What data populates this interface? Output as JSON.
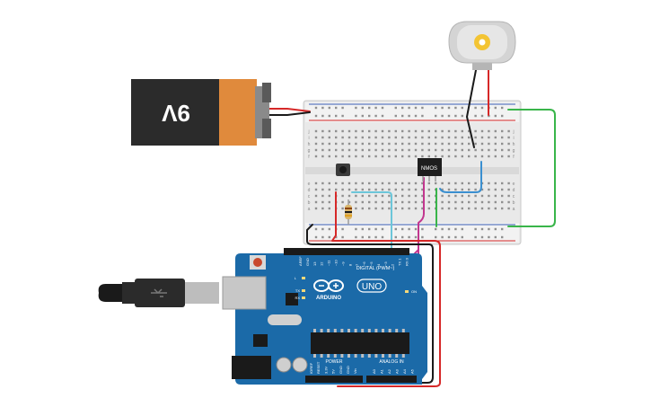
{
  "battery": {
    "label": "9V"
  },
  "transistor": {
    "label": "NMOS"
  },
  "arduino": {
    "brand": "ARDUINO",
    "model": "UNO",
    "digital_header": "DIGITAL (PWM~)",
    "power_header": "POWER",
    "analog_header": "ANALOG IN",
    "led_on_label": "ON",
    "led_l_label": "L",
    "led_tx_label": "TX",
    "led_rx_label": "RX",
    "digital_pins": [
      "AREF",
      "GND",
      "13",
      "12",
      "~11",
      "~10",
      "~9",
      "8",
      "7",
      "~6",
      "~5",
      "4",
      "~3",
      "2",
      "TX 1",
      "RX 0"
    ],
    "power_pins": [
      "IOREF",
      "RESET",
      "3.3V",
      "5V",
      "GND",
      "GND",
      "Vin"
    ],
    "analog_pins": [
      "A0",
      "A1",
      "A2",
      "A3",
      "A4",
      "A5"
    ]
  },
  "breadboard": {
    "row_letters_top": [
      "j",
      "i",
      "h",
      "g",
      "f"
    ],
    "row_letters_bottom": [
      "e",
      "d",
      "c",
      "b",
      "a"
    ]
  },
  "colors": {
    "wire_red": "#d62828",
    "wire_black": "#1a1a1a",
    "wire_green": "#39b54a",
    "wire_blue": "#3a8fd0",
    "wire_cyan": "#6cc6d9",
    "wire_magenta": "#c2378f",
    "arduino_blue": "#1b6aa8",
    "battery_orange": "#e08a3c"
  }
}
